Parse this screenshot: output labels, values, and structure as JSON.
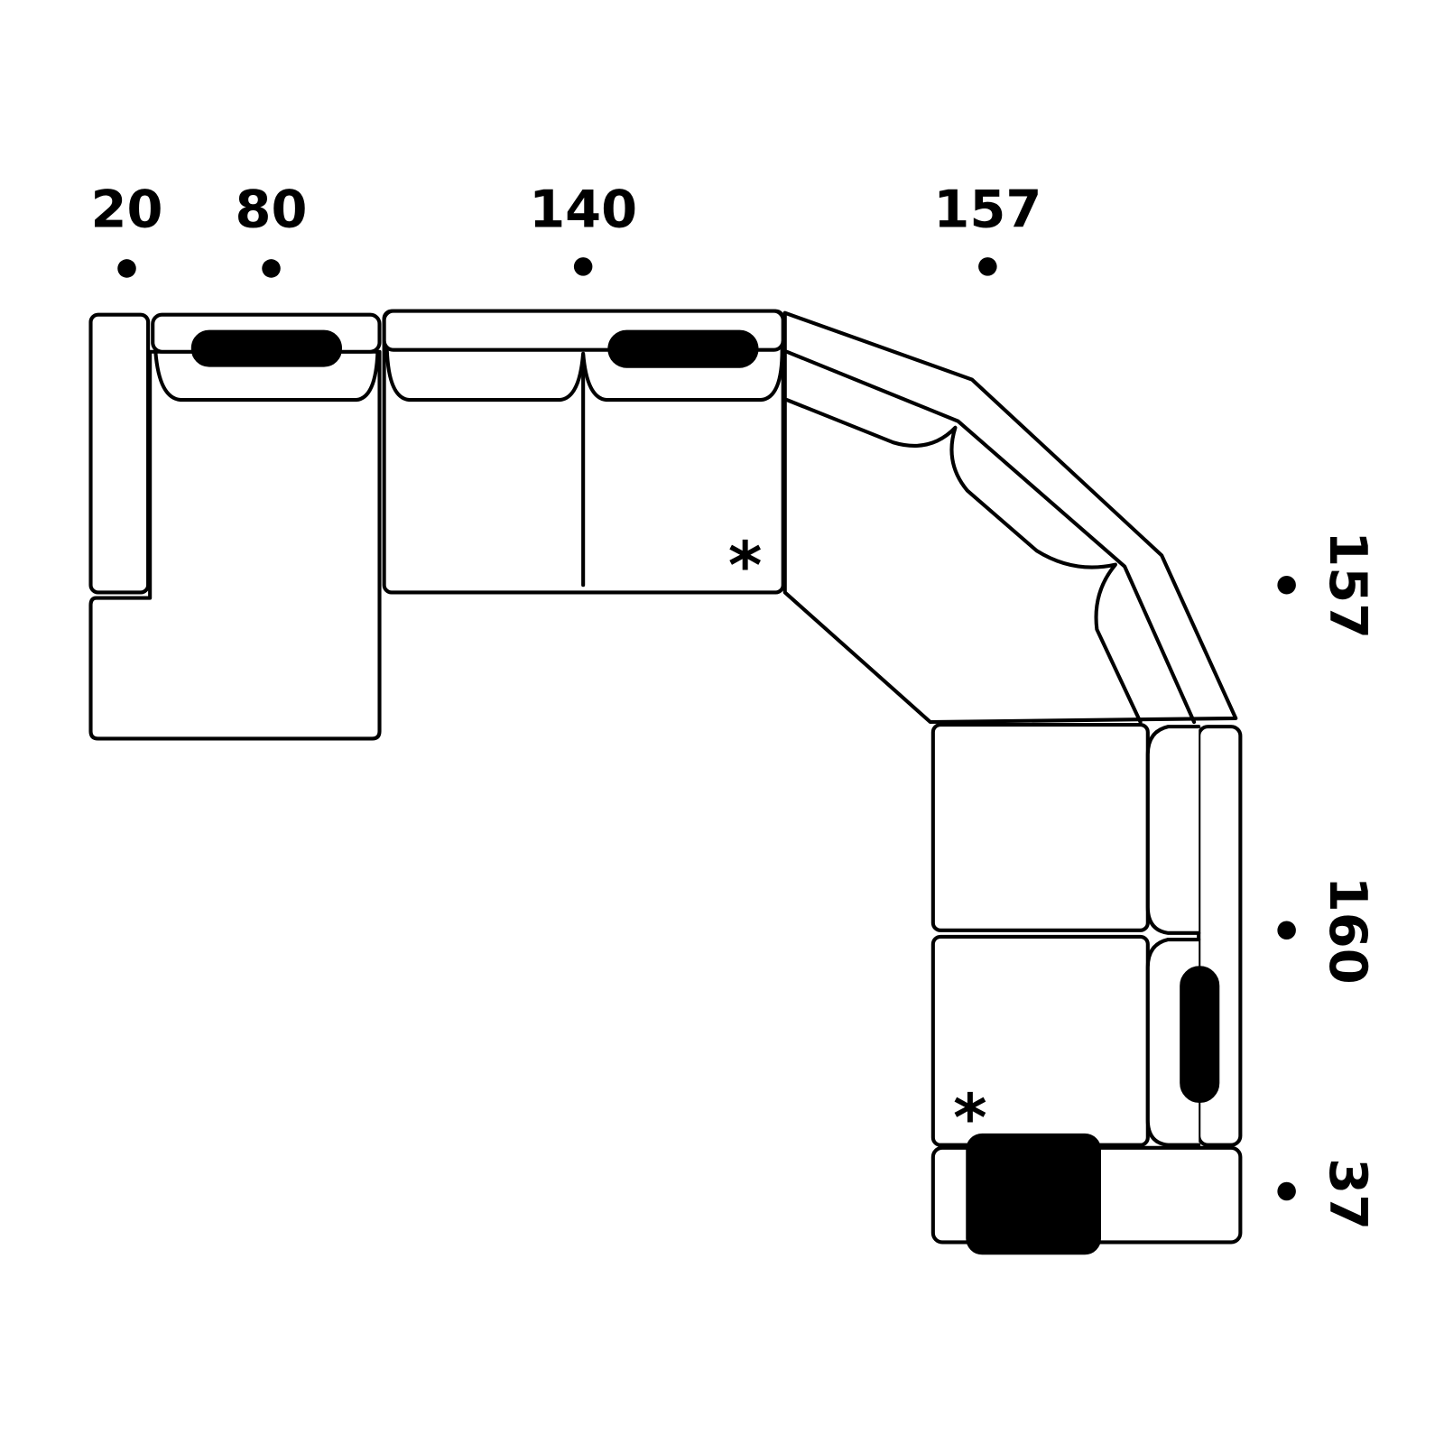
{
  "dimensions_top": [
    "20",
    "80",
    "140",
    "157"
  ],
  "dimensions_right": [
    "157",
    "160",
    "37"
  ],
  "markers": {
    "asterisk": "*"
  },
  "colors": {
    "line": "#000000",
    "background": "#ffffff"
  }
}
